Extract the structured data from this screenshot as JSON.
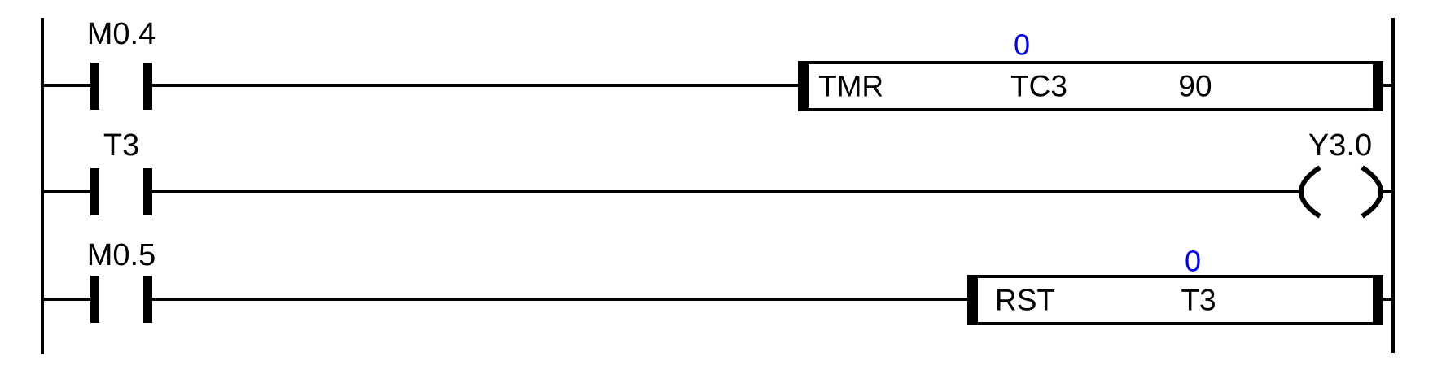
{
  "ladder": {
    "colors": {
      "line": "#000000",
      "runtime_value": "#0000ee",
      "background": "#ffffff"
    },
    "rungs": [
      {
        "contact": {
          "label": "M0.4",
          "type": "normally-open"
        },
        "box": {
          "opcode": "TMR",
          "operand": "TC3",
          "preset": "90",
          "current_value": "0"
        }
      },
      {
        "contact": {
          "label": "T3",
          "type": "normally-open"
        },
        "coil": {
          "label": "Y3.0"
        }
      },
      {
        "contact": {
          "label": "M0.5",
          "type": "normally-open"
        },
        "box": {
          "opcode": "RST",
          "operand": "T3",
          "current_value": "0"
        }
      }
    ]
  }
}
